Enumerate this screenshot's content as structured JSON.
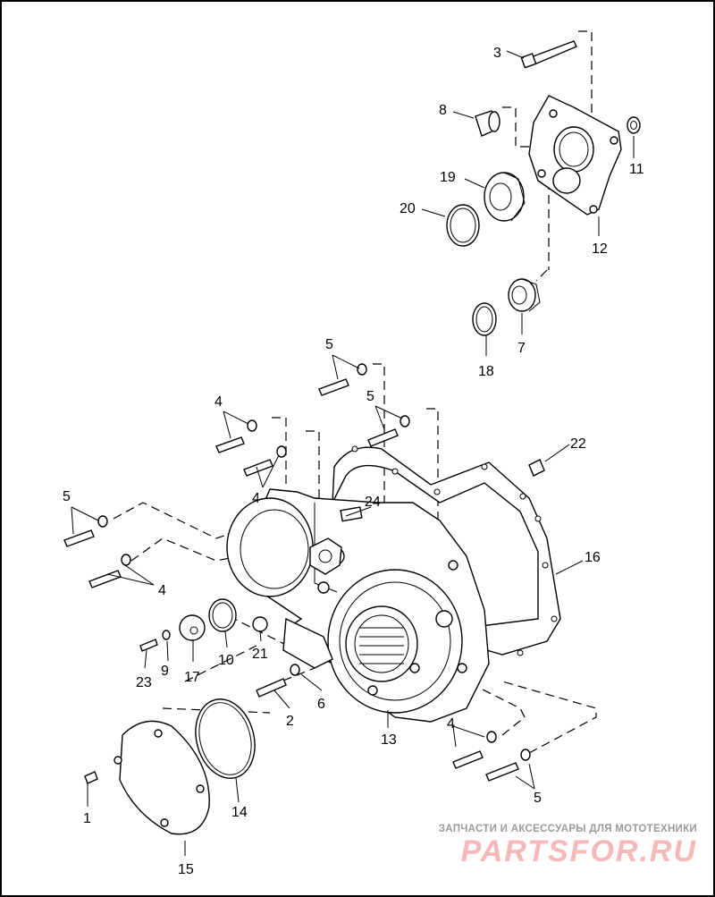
{
  "diagram": {
    "callouts": [
      "1",
      "2",
      "3",
      "4",
      "5",
      "6",
      "7",
      "8",
      "9",
      "10",
      "11",
      "12",
      "13",
      "14",
      "15",
      "16",
      "17",
      "18",
      "19",
      "20",
      "21",
      "22",
      "23",
      "24"
    ]
  },
  "watermark": {
    "subtitle": "ЗАПЧАСТИ И АКСЕССУАРЫ ДЛЯ МОТОТЕХНИКИ",
    "brand": "PARTSFOR.RU"
  },
  "colors": {
    "line": "#000000",
    "background": "#ffffff",
    "watermark_text": "#9a9a9a",
    "watermark_brand": "#f6b8b8"
  }
}
